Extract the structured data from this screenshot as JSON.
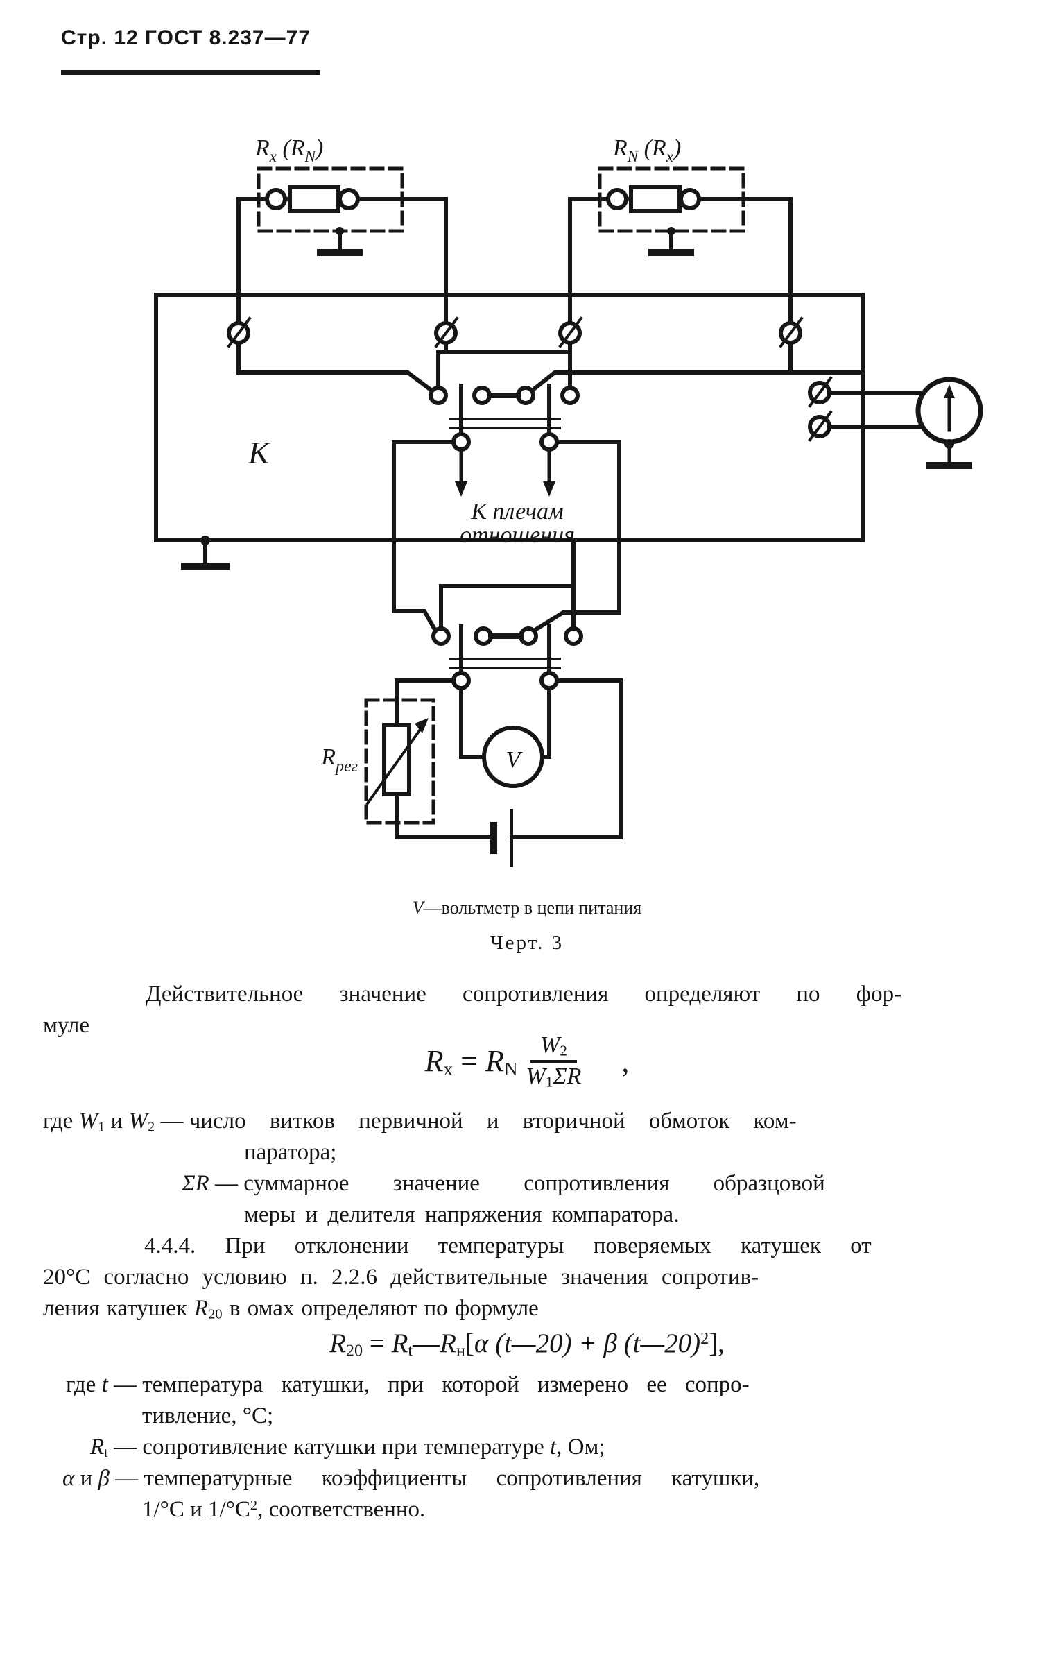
{
  "colors": {
    "ink": "#161616",
    "paper": "#ffffff"
  },
  "page": {
    "header": "Стр. 12 ГОСТ 8.237—77"
  },
  "figure": {
    "coil_left": {
      "r1": "R",
      "s1": "x",
      "mid": " (R",
      "s2": "N",
      "end": ")"
    },
    "coil_right": {
      "r1": "R",
      "s1": "N",
      "mid": " (R",
      "s2": "x",
      "end": ")"
    },
    "k_label": "К",
    "arrows_label_line1": "К плечам",
    "arrows_label_line2": "отношения",
    "rreg": {
      "r": "R",
      "sub": "рег"
    },
    "voltmeter_label": "V",
    "caption": [
      {
        "t": "V",
        "i": true
      },
      {
        "t": "—вольтметр в цепи питания"
      }
    ],
    "fig_number": "Черт. 3"
  },
  "body": {
    "p1_line1": [
      {
        "t": "Действительное значение сопротивления определяют по фор-"
      }
    ],
    "p1_line2": [
      {
        "t": "муле"
      }
    ],
    "formula1": {
      "pre": [
        {
          "t": "R",
          "i": true
        },
        {
          "t": "x",
          "sub": true
        },
        {
          "t": " = "
        },
        {
          "t": "R",
          "i": true
        },
        {
          "t": "N",
          "sub": true
        }
      ],
      "num": [
        {
          "t": "W",
          "i": true
        },
        {
          "t": "2",
          "sub": true
        }
      ],
      "den": [
        {
          "t": "W",
          "i": true
        },
        {
          "t": "1",
          "sub": true
        },
        {
          "t": "ΣR",
          "i": true
        }
      ],
      "tail": [
        {
          "t": ","
        }
      ]
    },
    "whereW_l1_label": [
      {
        "t": "где "
      },
      {
        "t": "W",
        "i": true
      },
      {
        "t": "1",
        "sub": true
      },
      {
        "t": " и "
      },
      {
        "t": "W",
        "i": true
      },
      {
        "t": "2",
        "sub": true
      },
      {
        "t": " — "
      }
    ],
    "whereW_l1_desc": [
      {
        "t": "число витков первичной и вторичной обмоток ком-"
      }
    ],
    "whereW_l2": [
      {
        "t": "паратора;"
      }
    ],
    "whereW_l3_label": [
      {
        "t": "ΣR",
        "i": true
      },
      {
        "t": " — "
      }
    ],
    "whereW_l3_desc": [
      {
        "t": "суммарное значение сопротивления образцовой"
      }
    ],
    "whereW_l4": [
      {
        "t": "меры и делителя напряжения компаратора."
      }
    ],
    "p444_l1": [
      {
        "t": "4.4.4. При отклонении температуры поверяемых катушек от"
      }
    ],
    "p444_l2": [
      {
        "t": "20°С согласно условию п. 2.2.6 действительные значения сопротив-"
      }
    ],
    "p444_l3": [
      {
        "t": "ления катушек "
      },
      {
        "t": "R",
        "i": true
      },
      {
        "t": "20",
        "sub": true
      },
      {
        "t": " в омах определяют по формуле"
      }
    ],
    "formula2": [
      {
        "t": "R",
        "i": true
      },
      {
        "t": "20",
        "sub": true
      },
      {
        "t": " = "
      },
      {
        "t": "R",
        "i": true
      },
      {
        "t": "t",
        "sub": true
      },
      {
        "t": "—"
      },
      {
        "t": "R",
        "i": true
      },
      {
        "t": "н",
        "sub": true
      },
      {
        "t": "["
      },
      {
        "t": "α (t—20) + β (t—20)",
        "i": true
      },
      {
        "t": "2",
        "sup": true
      },
      {
        "t": "],"
      }
    ],
    "whereT_l1_label": [
      {
        "t": "где  "
      },
      {
        "t": "t",
        "i": true
      },
      {
        "t": " — "
      }
    ],
    "whereT_l1_desc": [
      {
        "t": "температура катушки, при которой измерено ее сопро-"
      }
    ],
    "whereT_l2": [
      {
        "t": "тивление, °С;"
      }
    ],
    "whereT_l3_label": [
      {
        "t": "R",
        "i": true
      },
      {
        "t": "t",
        "sub": true
      },
      {
        "t": " — "
      }
    ],
    "whereT_l3_desc": [
      {
        "t": "сопротивление катушки при температуре "
      },
      {
        "t": "t",
        "i": true
      },
      {
        "t": ", Ом;"
      }
    ],
    "whereT_l4_label": [
      {
        "t": "α",
        "i": true
      },
      {
        "t": " и "
      },
      {
        "t": "β",
        "i": true
      },
      {
        "t": " — "
      }
    ],
    "whereT_l4_desc": [
      {
        "t": "температурные коэффициенты  сопротивления катушки,"
      }
    ],
    "whereT_l5": [
      {
        "t": "1/°С и 1/°С"
      },
      {
        "t": "2",
        "sup": true
      },
      {
        "t": ", соответственно."
      }
    ]
  }
}
